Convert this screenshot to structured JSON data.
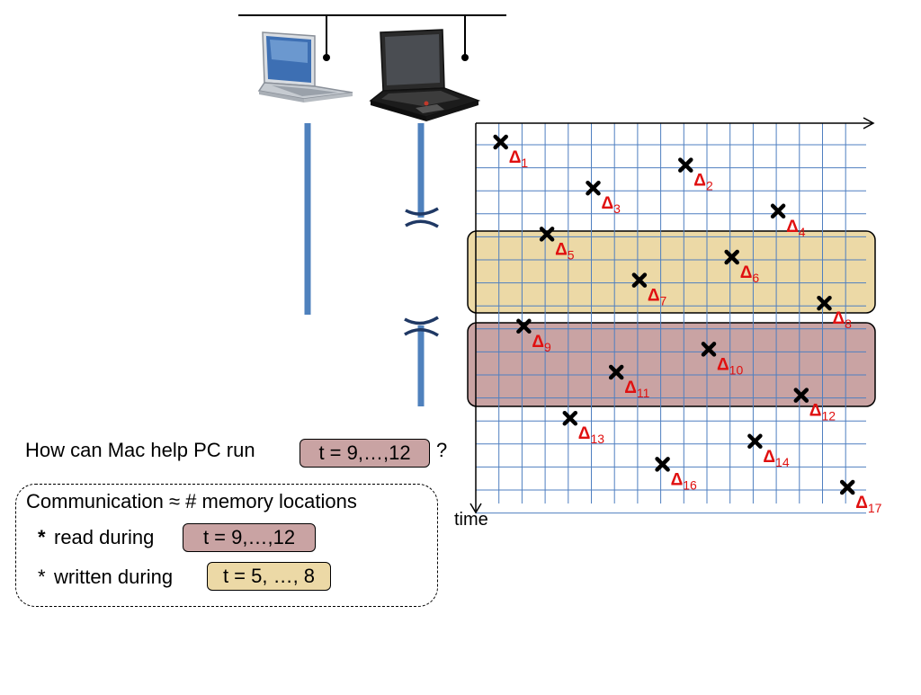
{
  "diagram": {
    "time_label": "time",
    "delta_symbol": "Δ",
    "deltas": [
      {
        "index": "1",
        "col": 1,
        "row": 0
      },
      {
        "index": "2",
        "col": 9,
        "row": 1
      },
      {
        "index": "3",
        "col": 5,
        "row": 2
      },
      {
        "index": "4",
        "col": 13,
        "row": 3
      },
      {
        "index": "5",
        "col": 3,
        "row": 4
      },
      {
        "index": "6",
        "col": 11,
        "row": 5
      },
      {
        "index": "7",
        "col": 7,
        "row": 6
      },
      {
        "index": "8",
        "col": 15,
        "row": 7
      },
      {
        "index": "9",
        "col": 2,
        "row": 8
      },
      {
        "index": "10",
        "col": 10,
        "row": 9
      },
      {
        "index": "11",
        "col": 6,
        "row": 10
      },
      {
        "index": "12",
        "col": 14,
        "row": 11
      },
      {
        "index": "13",
        "col": 4,
        "row": 12
      },
      {
        "index": "14",
        "col": 12,
        "row": 13
      },
      {
        "index": "16",
        "col": 8,
        "row": 14
      },
      {
        "index": "17",
        "col": 16,
        "row": 15
      }
    ],
    "highlight_write_rows": [
      4,
      7
    ],
    "highlight_read_rows": [
      8,
      11
    ]
  },
  "question": {
    "prefix": "How can Mac help PC run",
    "range": "t = 9,…,12",
    "suffix": "?"
  },
  "communication": {
    "heading": "Communication ≈ # memory locations",
    "read_bullet": "*",
    "read_label": "read during",
    "read_range": "t = 9,…,12",
    "write_bullet": "*",
    "write_label": "written during",
    "write_range": "t = 5, …, 8"
  },
  "colors": {
    "grid": "#4f7fc0",
    "timeline": "#4f81bd",
    "cut_mark": "#1f3864",
    "delta": "#e01010",
    "write_band": "#ecd9a6",
    "read_band": "#c9a3a3"
  }
}
